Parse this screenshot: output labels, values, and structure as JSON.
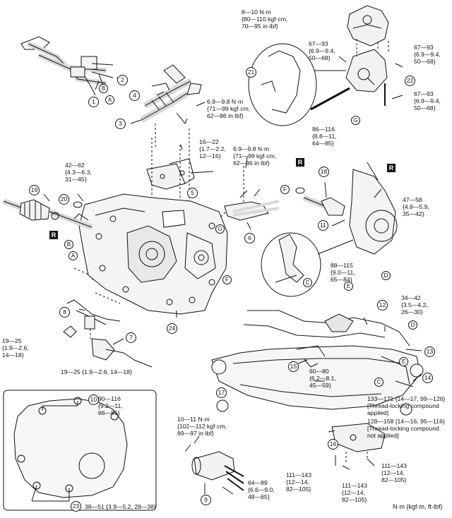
{
  "colors": {
    "line": "#111111",
    "background": "#ffffff",
    "fill": "#f2f2f2",
    "shade": "#d9d9d9"
  },
  "units": "N·m {kgf·m, ft·lbf}",
  "torques": {
    "t1": "8—10 N·m\n{80—110 kgf·cm,\n70—95 in·lbf}",
    "t2": "67—93\n{6.9—9.4,\n50—68}",
    "t3": "67—93\n{6.9—9.4,\n50—68}",
    "t4": "67—93\n{6.9—9.4,\n50—68}",
    "t5": "86—116\n{8.8—11,\n64—85}",
    "t6": "6.9—9.8 N·m\n{71—99 kgf·cm,\n62—86 in·lbf}",
    "t7": "16—22\n{1.7—2.2,\n12—16}",
    "t8": "6.9—9.8 N·m\n{71—99 kgf·cm,\n62—86 in·lbf}",
    "t9": "42—62\n{4.3—6.3,\n31—45}",
    "t10": "47—58\n{4.8—5.9,\n35—42}",
    "t11": "88—115\n{9.0—11,\n65—84}",
    "t12": "34—42\n{3.5—4.2,\n26—30}",
    "t13": "19—25\n{1.9—2.6,\n14—18}",
    "t14": "19—25 {1.9—2.6, 14—18}",
    "t15": "60—80\n{6.2—8.1,\n45—59}",
    "t16": "90—116\n{9.2—11,\n66—85}",
    "t17": "10—11 N·m\n{102—112 kgf·cm,\n89—97 in·lbf}",
    "t18": "64—89\n{6.6—9.0,\n48—65}",
    "t19": "38—51 {3.9—5.2, 28—38}",
    "t20": "111—143\n{12—14,\n82—105}",
    "t21": "111—143\n{12—14,\n82—105}",
    "t22": "111—143\n{12—14,\n82—105}"
  },
  "notes": {
    "locking_applied": "133—171 {14—17, 99—126}\n[Thread-locking compound\napplied]",
    "locking_not_applied": "128—158 {14—16, 95—116}\n[Thread-locking compound\nnot applied]"
  },
  "callouts": {
    "c1": "1",
    "c2": "2",
    "c3": "3",
    "c4": "4",
    "c5": "5",
    "c6": "6",
    "c7": "7",
    "c8": "8",
    "c9": "9",
    "c10": "10",
    "c11": "11",
    "c12": "12",
    "c13": "13",
    "c14": "14",
    "c15": "15",
    "c16": "16",
    "c17": "17",
    "c18": "18",
    "c19": "19",
    "c20": "20",
    "c21": "21",
    "c22": "22",
    "c23": "23",
    "c24": "24"
  },
  "letters": {
    "a1": "A",
    "a2": "A",
    "b1": "B",
    "b2": "B",
    "c1": "C",
    "c2": "C",
    "d1": "D",
    "d2": "D",
    "e1": "E",
    "e2": "E",
    "f1": "F",
    "f2": "F",
    "g1": "G",
    "g2": "G"
  },
  "badges": {
    "r1": "R",
    "r2": "R",
    "r3": "R"
  }
}
